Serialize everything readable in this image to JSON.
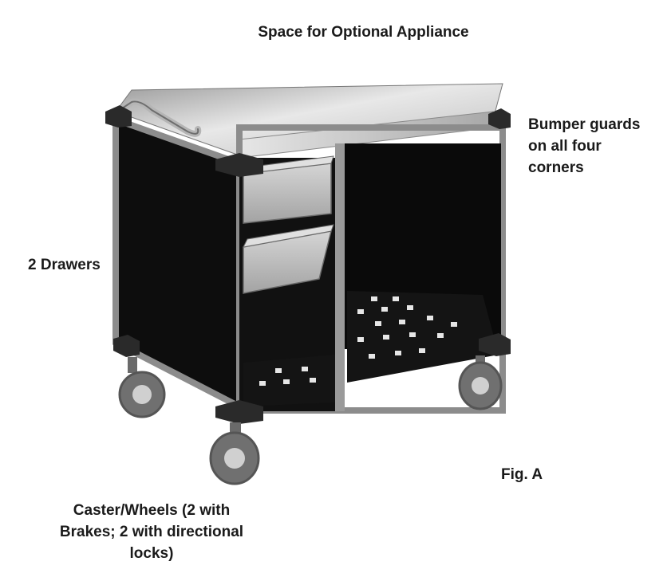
{
  "labels": {
    "top": "Space for Optional Appliance",
    "bumper": [
      "Bumper guards",
      "on all four",
      "corners"
    ],
    "drawers": "2 Drawers",
    "figure": "Fig. A",
    "caster": [
      "Caster/Wheels (2 with",
      "Brakes; 2 with directional",
      "locks)"
    ]
  },
  "colors": {
    "frame": "#8c8c8c",
    "panel": "#0d0d0d",
    "top_surface": "#c9c9c9",
    "bumper": "#2a2a2a",
    "wheel": "#7a7a7a",
    "text": "#1a1a1a"
  }
}
